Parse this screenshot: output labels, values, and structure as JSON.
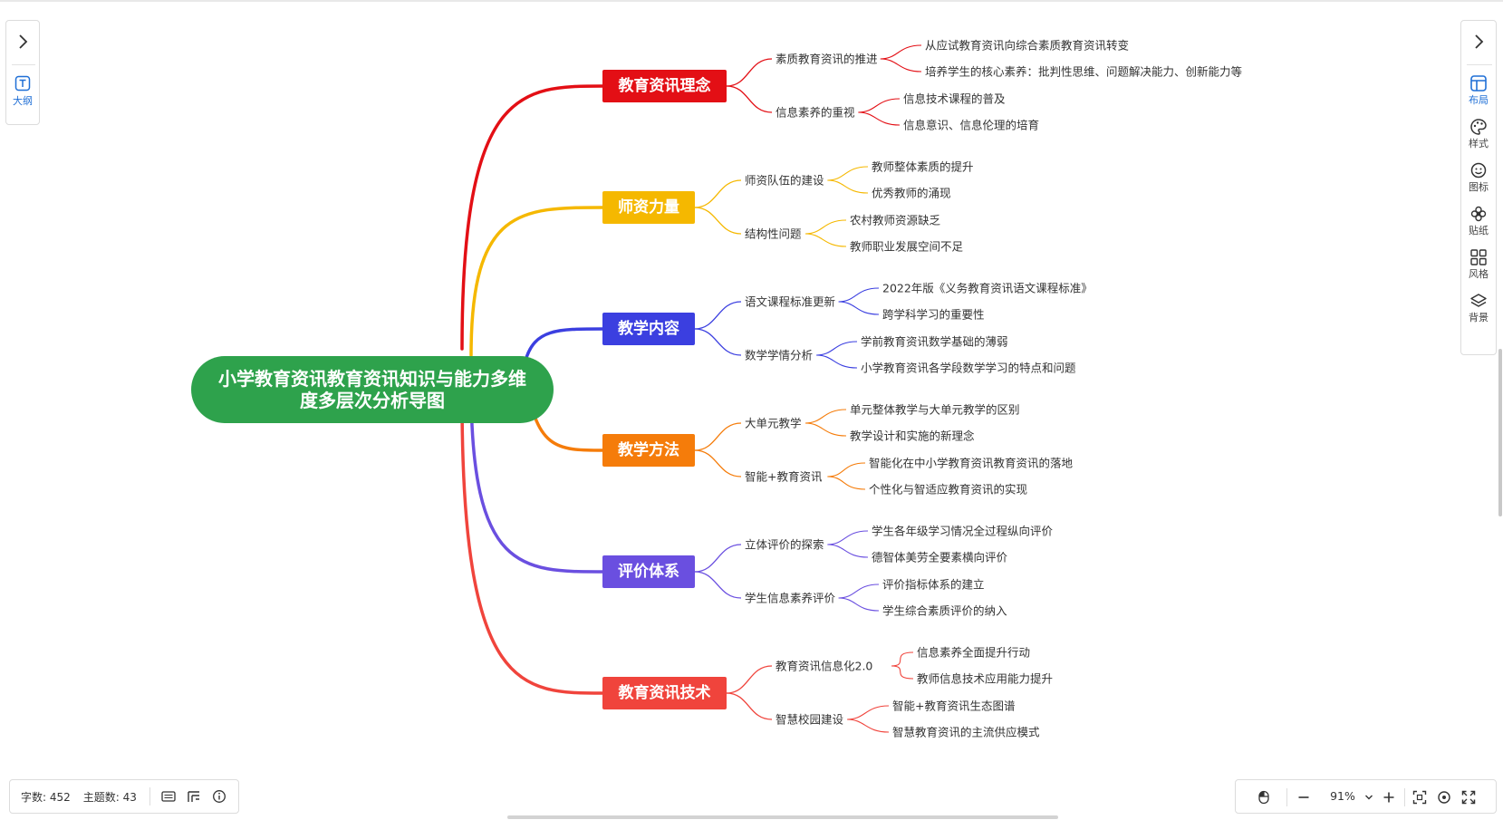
{
  "root": {
    "line1": "小学教育资讯教育资讯知识与能力多维",
    "line2": "度多层次分析导图",
    "color": "#2ea24c"
  },
  "topics": [
    {
      "label": "教育资讯理念",
      "color": "#e30f15",
      "subs": [
        {
          "label": "素质教育资讯的推进",
          "leaves": [
            "从应试教育资讯向综合素质教育资讯转变",
            "培养学生的核心素养：批判性思维、问题解决能力、创新能力等"
          ]
        },
        {
          "label": "信息素养的重视",
          "leaves": [
            "信息技术课程的普及",
            "信息意识、信息伦理的培育"
          ]
        }
      ]
    },
    {
      "label": "师资力量",
      "color": "#f5b800",
      "subs": [
        {
          "label": "师资队伍的建设",
          "leaves": [
            "教师整体素质的提升",
            "优秀教师的涌现"
          ]
        },
        {
          "label": "结构性问题",
          "leaves": [
            "农村教师资源缺乏",
            "教师职业发展空间不足"
          ]
        }
      ]
    },
    {
      "label": "教学内容",
      "color": "#3b3fe0",
      "subs": [
        {
          "label": "语文课程标准更新",
          "leaves": [
            "2022年版《义务教育资讯语文课程标准》",
            "跨学科学习的重要性"
          ]
        },
        {
          "label": "数学学情分析",
          "leaves": [
            "学前教育资讯数学基础的薄弱",
            "小学教育资讯各学段数学学习的特点和问题"
          ]
        }
      ]
    },
    {
      "label": "教学方法",
      "color": "#f57c0a",
      "subs": [
        {
          "label": "大单元教学",
          "leaves": [
            "单元整体教学与大单元教学的区别",
            "教学设计和实施的新理念"
          ]
        },
        {
          "label": "智能+教育资讯",
          "leaves": [
            "智能化在中小学教育资讯教育资讯的落地",
            "个性化与智适应教育资讯的实现"
          ]
        }
      ]
    },
    {
      "label": "评价体系",
      "color": "#6a4fe0",
      "subs": [
        {
          "label": "立体评价的探索",
          "leaves": [
            "学生各年级学习情况全过程纵向评价",
            "德智体美劳全要素横向评价"
          ]
        },
        {
          "label": "学生信息素养评价",
          "leaves": [
            "评价指标体系的建立",
            "学生综合素质评价的纳入"
          ]
        }
      ]
    },
    {
      "label": "教育资讯技术",
      "color": "#f0443c",
      "subs": [
        {
          "label": "教育资讯信息化2.0",
          "leaves": [
            "信息素养全面提升行动",
            "教师信息技术应用能力提升"
          ]
        },
        {
          "label": "智慧校园建设",
          "leaves": [
            "智能+教育资讯生态图谱",
            "智慧教育资讯的主流供应模式"
          ]
        }
      ]
    }
  ],
  "left_panel": {
    "outline_label": "大纲"
  },
  "right_panel": {
    "items": [
      "布局",
      "样式",
      "图标",
      "贴纸",
      "风格",
      "背景"
    ]
  },
  "status": {
    "word_count": "字数: 452",
    "topic_count": "主题数: 43"
  },
  "zoom": {
    "value": "91%"
  },
  "accent_color": "#1f6fd6"
}
